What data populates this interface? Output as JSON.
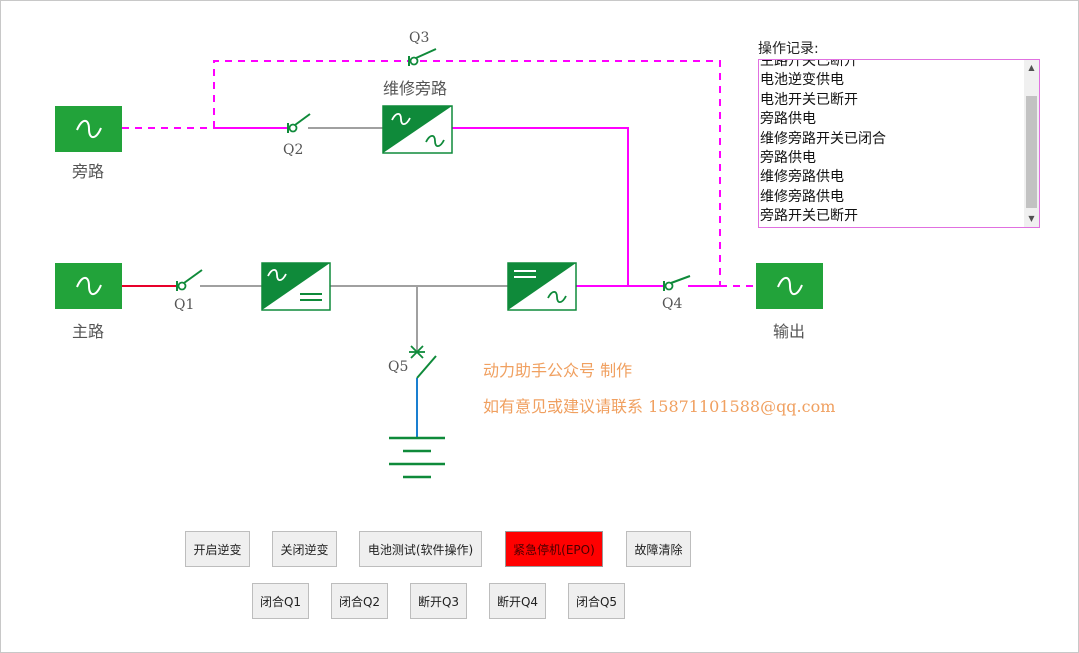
{
  "labels": {
    "bypass": "旁路",
    "main": "主路",
    "output": "输出",
    "maint_bypass": "维修旁路",
    "q1": "Q1",
    "q2": "Q2",
    "q3": "Q3",
    "q4": "Q4",
    "q5": "Q5"
  },
  "credits": {
    "line1": "动力助手公众号 制作",
    "line2": "如有意见或建议请联系 15871101588@qq.com"
  },
  "log": {
    "title": "操作记录:",
    "entries": [
      "主路开关已断开",
      "电池逆变供电",
      "电池开关已断开",
      "旁路供电",
      "维修旁路开关已闭合",
      "旁路供电",
      "维修旁路供电",
      "维修旁路供电",
      "旁路开关已断开"
    ]
  },
  "buttons": {
    "start_inverter": "开启逆变",
    "stop_inverter": "关闭逆变",
    "battery_test": "电池测试(软件操作)",
    "emergency": "紧急停机(EPO)",
    "clear_fault": "故障清除",
    "close_q1": "闭合Q1",
    "close_q2": "闭合Q2",
    "open_q3": "断开Q3",
    "open_q4": "断开Q4",
    "close_q5": "闭合Q5"
  },
  "colors": {
    "source_green": "#22a33a",
    "module_green": "#0f8a3a",
    "magenta": "#ff00ff",
    "gray_line": "#a0a0a0",
    "red_line": "#e8002a",
    "blue_line": "#1a7fd0",
    "credit_orange": "#f0a060",
    "emergency_red": "#ff0000"
  }
}
